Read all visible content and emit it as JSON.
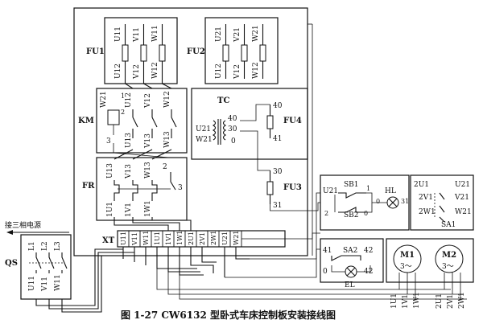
{
  "fuse_group_1": {
    "name": "FU1",
    "top_terminals": [
      "U11",
      "V11",
      "W11"
    ],
    "bottom_terminals": [
      "U12",
      "V12",
      "W12"
    ]
  },
  "fuse_group_2": {
    "name": "FU2",
    "top_terminals": [
      "U21",
      "V21",
      "W21"
    ],
    "bottom_terminals": [
      "U12",
      "V12",
      "W12"
    ]
  },
  "contactor": {
    "name": "KM",
    "top_terminals": [
      "W21",
      "U12",
      "V12",
      "W12"
    ],
    "bottom_terminals": [
      "3",
      "U13",
      "V13",
      "W13"
    ],
    "contact_nums_top": [
      "1",
      "2"
    ]
  },
  "transformer": {
    "name": "TC",
    "primary": [
      "U21",
      "W21"
    ],
    "secondary": [
      "40",
      "30",
      "0"
    ]
  },
  "fuse_4": {
    "name": "FU4",
    "terminals": [
      "40",
      "41"
    ]
  },
  "fuse_3": {
    "name": "FU3",
    "terminals": [
      "30",
      "31"
    ]
  },
  "thermal_relay": {
    "name": "FR",
    "top_terminals": [
      "U13",
      "V13",
      "W13",
      "2"
    ],
    "bottom_terminals": [
      "1U1",
      "1V1",
      "1W1"
    ],
    "side_num": "3"
  },
  "terminal_strip": {
    "name": "XT",
    "terminals": [
      "U11",
      "V11",
      "W11",
      "1U1",
      "1V1",
      "1W1",
      "2U1",
      "2V1",
      "2W1",
      "U21",
      "W21"
    ]
  },
  "power_input": {
    "label": "接三相电源"
  },
  "switch_qs": {
    "name": "QS",
    "top_terminals": [
      "L1",
      "L2",
      "L3"
    ],
    "bottom_terminals": [
      "U11",
      "V11",
      "W11"
    ]
  },
  "button_panel": {
    "sb1": "SB1",
    "sb2": "SB2",
    "hl": "HL",
    "u21": "U21",
    "nums": [
      "1",
      "0",
      "31",
      "2",
      "0"
    ]
  },
  "switch_sa1": {
    "name": "SA1",
    "left": [
      "2U1",
      "2V1",
      "2W1"
    ],
    "right": [
      "U21",
      "V21",
      "W21"
    ]
  },
  "lamp_panel": {
    "sa2": "SA2",
    "el": "EL",
    "nums": [
      "41",
      "42",
      "0",
      "42"
    ]
  },
  "motor_1": {
    "name": "M1",
    "phase": "3～",
    "terminals": [
      "1U1",
      "1V1",
      "1W1"
    ]
  },
  "motor_2": {
    "name": "M2",
    "phase": "3～",
    "terminals": [
      "2U1",
      "2V1",
      "2W1"
    ]
  },
  "caption": "图 1-27   CW6132 型卧式车床控制板安装接线图"
}
